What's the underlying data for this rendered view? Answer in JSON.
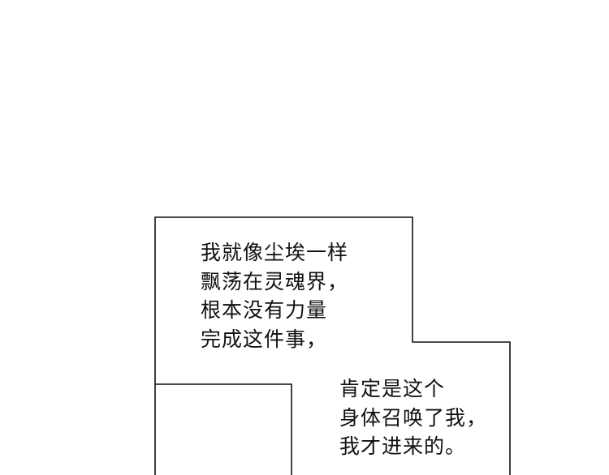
{
  "panel": {
    "background": "#ffffff",
    "border_color": "#111111",
    "text_color": "#111111"
  },
  "caption": {
    "lines_a": [
      "我就像尘埃一样",
      "飘荡在灵魂界，",
      "根本没有力量",
      "完成这件事，"
    ],
    "lines_b": [
      "肯定是这个",
      "身体召唤了我，",
      "我才进来的。"
    ]
  }
}
